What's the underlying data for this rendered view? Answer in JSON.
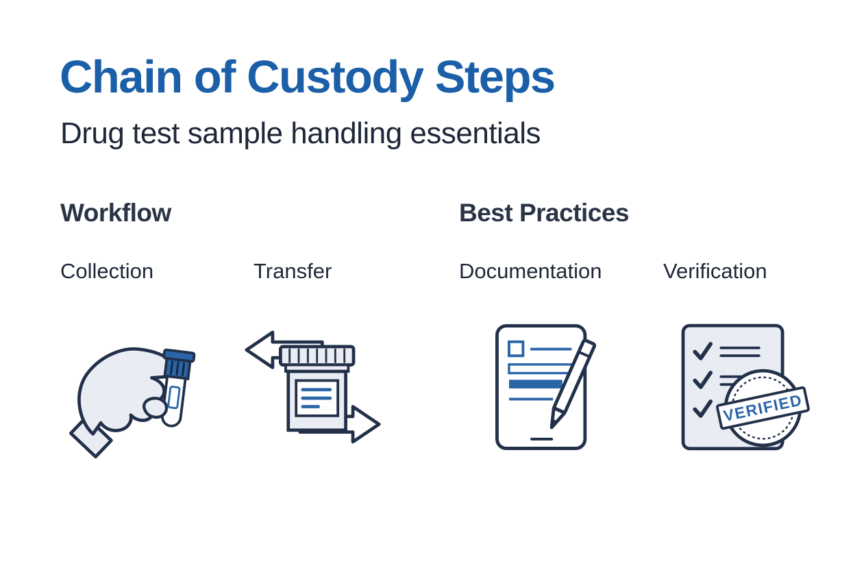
{
  "page": {
    "title": "Chain of Custody Steps",
    "subtitle": "Drug test sample handling essentials"
  },
  "sections": [
    {
      "header": "Workflow",
      "items": [
        {
          "label": "Collection",
          "icon": "gloved-hand-sample-tube-icon"
        },
        {
          "label": "Transfer",
          "icon": "specimen-container-transfer-arrows-icon"
        }
      ]
    },
    {
      "header": "Best Practices",
      "items": [
        {
          "label": "Documentation",
          "icon": "tablet-form-pencil-icon"
        },
        {
          "label": "Verification",
          "icon": "checklist-verified-stamp-icon"
        }
      ]
    }
  ],
  "stamp_text": "VERIFIED",
  "colors": {
    "title_blue": "#1b5fa8",
    "accent_blue": "#2a65a8",
    "outline_navy": "#22304a",
    "icon_fill_gray": "#e9edf3",
    "text_dark": "#1e2737"
  }
}
